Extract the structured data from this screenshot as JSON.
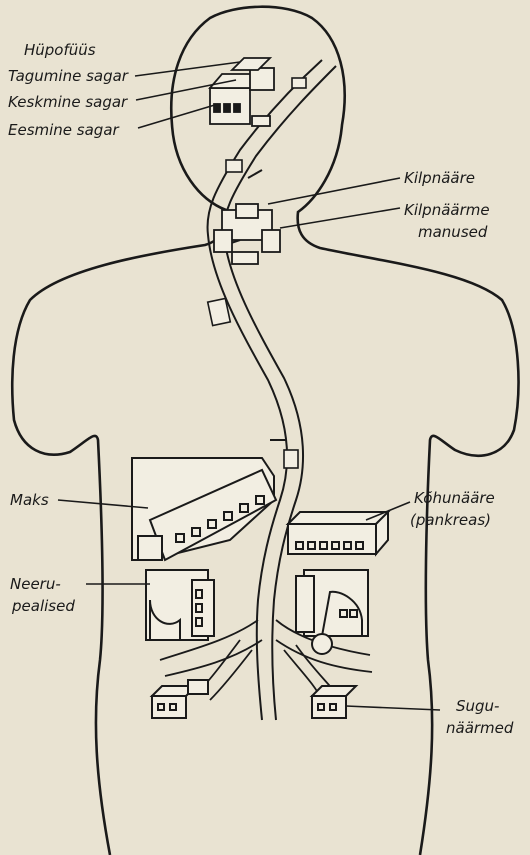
{
  "labels": {
    "hypophysis": "Hüpofüüs",
    "posterior_lobe": "Tagumine sagar",
    "middle_lobe": "Keskmine sagar",
    "anterior_lobe": "Eesmine sagar",
    "thyroid": "Kilpnääre",
    "parathyroid_1": "Kilpnäärme",
    "parathyroid_2": "manused",
    "liver": "Maks",
    "pancreas_1": "Kõhunääre",
    "pancreas_2": "(pankreas)",
    "adrenal_1": "Neeru-",
    "adrenal_2": "pealised",
    "gonads_1": "Sugu-",
    "gonads_2": "näärmed"
  },
  "colors": {
    "paper": "#e9e3d2",
    "ink": "#1a1a1a",
    "block_fill": "#f2eee2"
  }
}
